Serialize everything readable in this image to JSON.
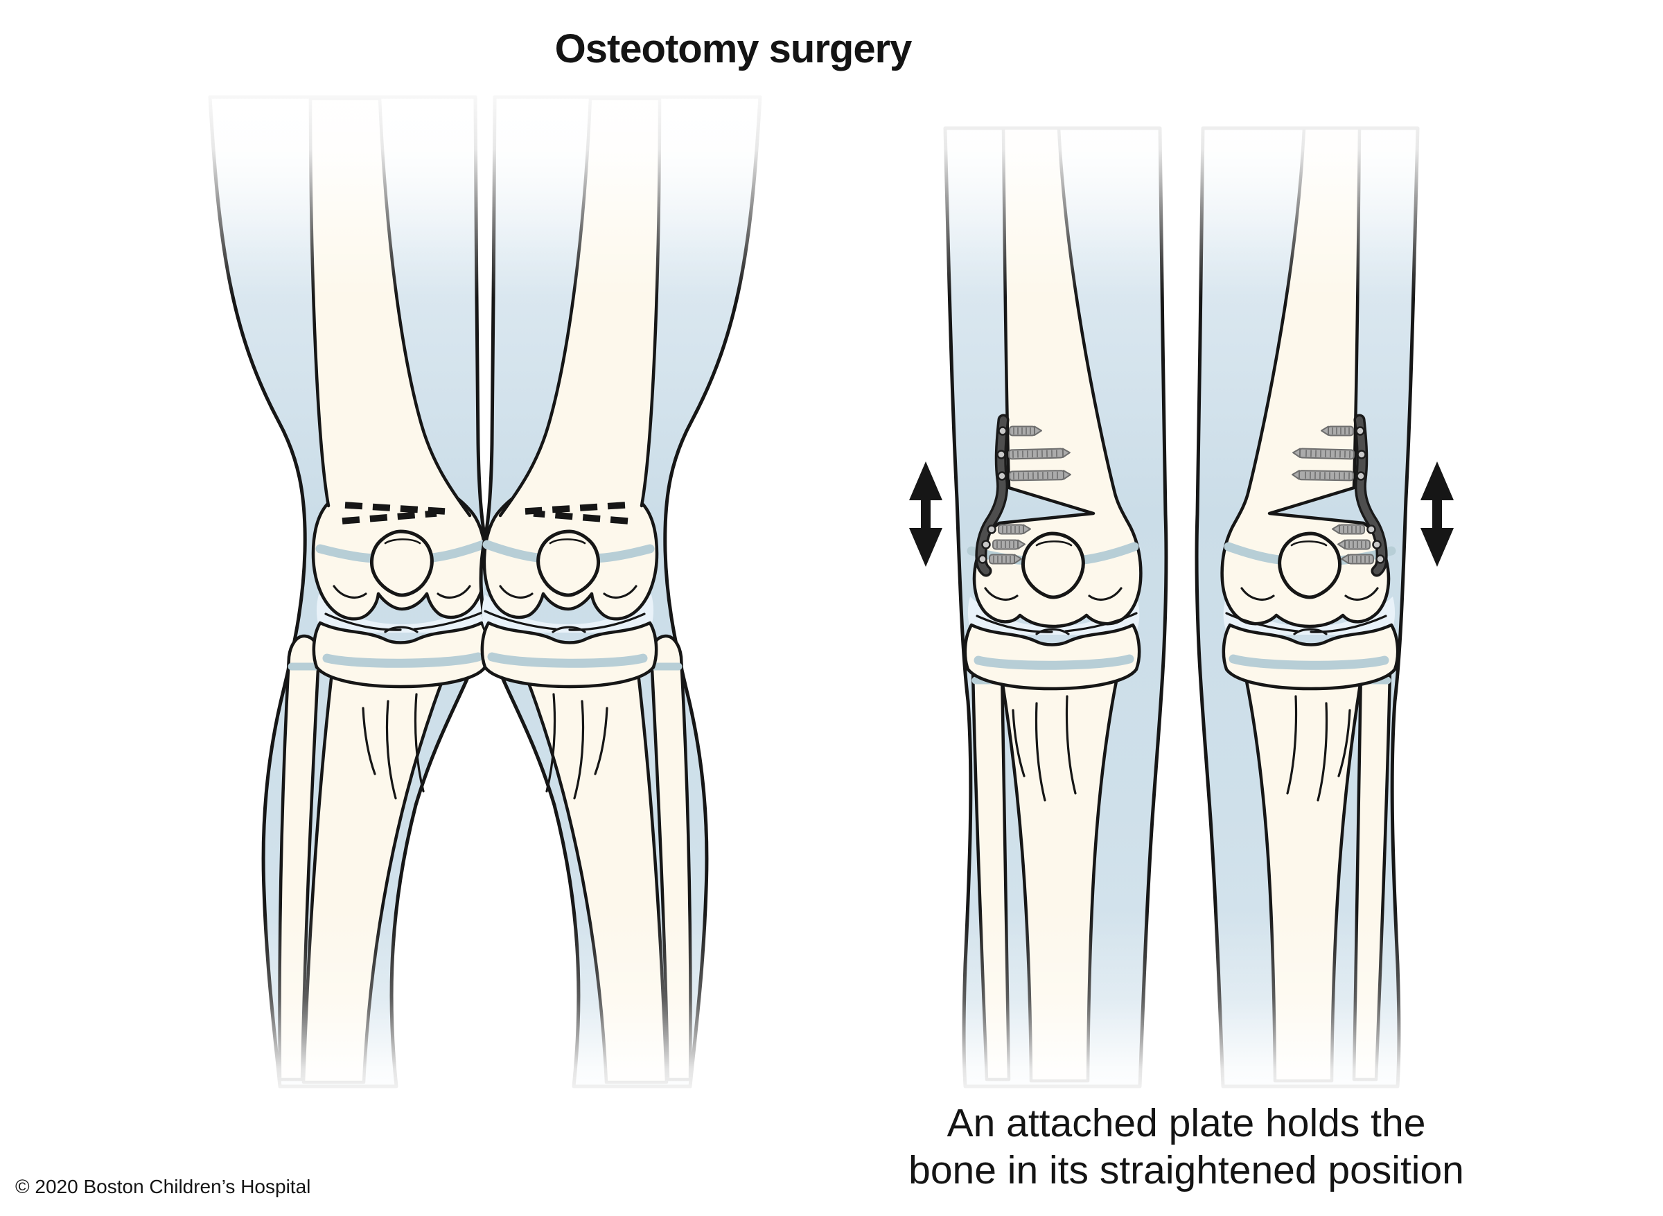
{
  "title": "Osteotomy surgery",
  "caption": {
    "line1": "An attached plate holds the",
    "line2": "bone in its straightened position"
  },
  "footer": {
    "copyright": "© 2020 Boston Children’s Hospital"
  },
  "panels": {
    "before": {
      "name": "knock-kneed legs with dashed osteotomy cut lines above each knee"
    },
    "after": {
      "name": "straightened legs with fixation plates, screws and motion arrows"
    }
  },
  "icons": {
    "up_down_arrow": "double-headed vertical arrow",
    "osteotomy_cut": "dashed wedge cut line",
    "fixation_plate": "curved bone plate with screw holes",
    "bone_screw": "threaded screw"
  },
  "colors": {
    "outline": "#161616",
    "bone_cream": "#fdf8ec",
    "skin_blue": "#cbdde8",
    "skin_blue_light": "#dde9f1",
    "growth_plate": "#b7ced6",
    "cartilage": "#e9f2f9",
    "plate_gray": "#4e4e4e",
    "plate_edge": "#1a1a1a",
    "screw_gray": "#ababab",
    "text_black": "#141414"
  }
}
